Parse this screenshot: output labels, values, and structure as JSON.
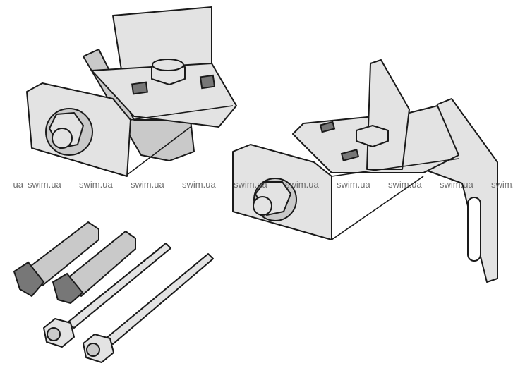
{
  "watermark": {
    "text": "swim.ua",
    "partial_left": "ua",
    "partial_right": "swim."
  },
  "illustration": {
    "items": [
      "bracket-left",
      "bracket-right",
      "wall-plug-1",
      "wall-plug-2",
      "screw-1",
      "screw-2"
    ]
  }
}
